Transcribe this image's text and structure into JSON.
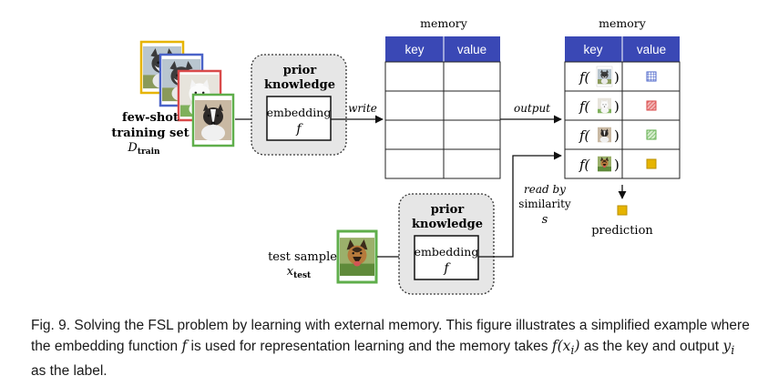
{
  "diagram": {
    "write_memory": {
      "title": "memory",
      "headers": [
        "key",
        "value"
      ]
    },
    "output_memory": {
      "title": "memory",
      "headers": [
        "key",
        "value"
      ],
      "rows": [
        {
          "key": "f(",
          "key_close": ")",
          "dog": "husky",
          "value_color": "#4a63c8",
          "value_pattern": "grid"
        },
        {
          "key": "f(",
          "key_close": ")",
          "dog": "white-dog",
          "value_color": "#d94a4a",
          "value_pattern": "hatch"
        },
        {
          "key": "f(",
          "key_close": ")",
          "dog": "border-collie",
          "value_color": "#5fae4b",
          "value_pattern": "hatch"
        },
        {
          "key": "f(",
          "key_close": ")",
          "dog": "shepherd",
          "value_color": "#e6b400",
          "value_pattern": "solid"
        }
      ]
    },
    "training": {
      "label_line1": "few-shot",
      "label_line2": "training set",
      "label_sym": "D",
      "label_sub": "train",
      "frame_colors": [
        "#e6b400",
        "#4a63c8",
        "#d94a4a",
        "#5fae4b"
      ]
    },
    "prior_top": {
      "title_line1": "prior",
      "title_line2": "knowledge",
      "embed_label": "embedding",
      "embed_sym": "f"
    },
    "prior_bottom": {
      "title_line1": "prior",
      "title_line2": "knowledge",
      "embed_label": "embedding",
      "embed_sym": "f"
    },
    "test": {
      "label": "test sample",
      "label_sym": "x",
      "label_sub": "test",
      "frame_color": "#5fae4b"
    },
    "arrows": {
      "write": "write",
      "output": "output",
      "read_line1": "read by",
      "read_line2": "similarity",
      "read_sym": "s"
    },
    "prediction": {
      "label": "prediction",
      "color": "#e6b400"
    },
    "colors": {
      "table_header": "#3a48b5",
      "prior_fill": "#e6e6e6"
    }
  },
  "caption": {
    "prefix": "Fig. 9.  Solving the FSL problem by learning with external memory. This figure illustrates a simplified example where the embedding function ",
    "f1": "f",
    "mid1": " is used for representation learning and the memory takes ",
    "fx": "f(x",
    "fx_sub": "i",
    "fx_close": ")",
    "mid2": " as the key and output ",
    "y": "y",
    "y_sub": "i",
    "suffix": " as the label."
  }
}
